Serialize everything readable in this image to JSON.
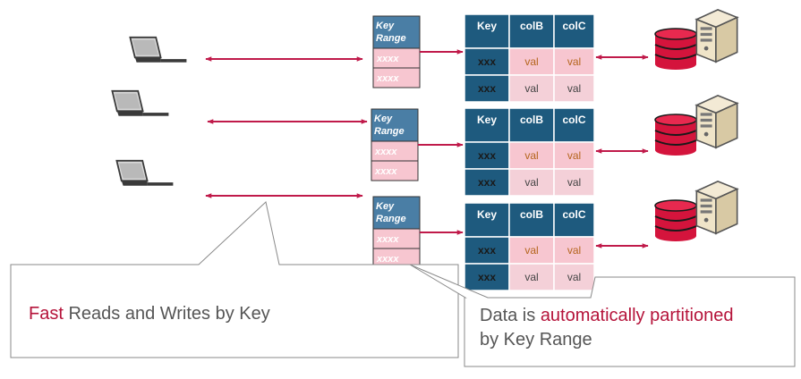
{
  "colors": {
    "header": "#1e5a7e",
    "keyrange_header": "#4a7ea5",
    "cell_pink": "#f7c6d0",
    "arrow": "#c01a4a",
    "disk": "#d4143c",
    "accent": "#b5133a"
  },
  "icons": [
    "laptop-icon",
    "database-disk-icon",
    "server-icon"
  ],
  "key_range": {
    "header_line1": "Key",
    "header_line2": "Range",
    "cell": "xxxx"
  },
  "table": {
    "columns": [
      "Key",
      "colB",
      "colC"
    ],
    "rows": [
      [
        "xxx",
        "val",
        "val"
      ],
      [
        "xxx",
        "val",
        "val"
      ]
    ]
  },
  "callouts": {
    "left": {
      "accent": "Fast",
      "text": " Reads and Writes by Key"
    },
    "right": {
      "text1": "Data is ",
      "accent": "automatically partitioned",
      "text2": "by Key Range"
    }
  }
}
